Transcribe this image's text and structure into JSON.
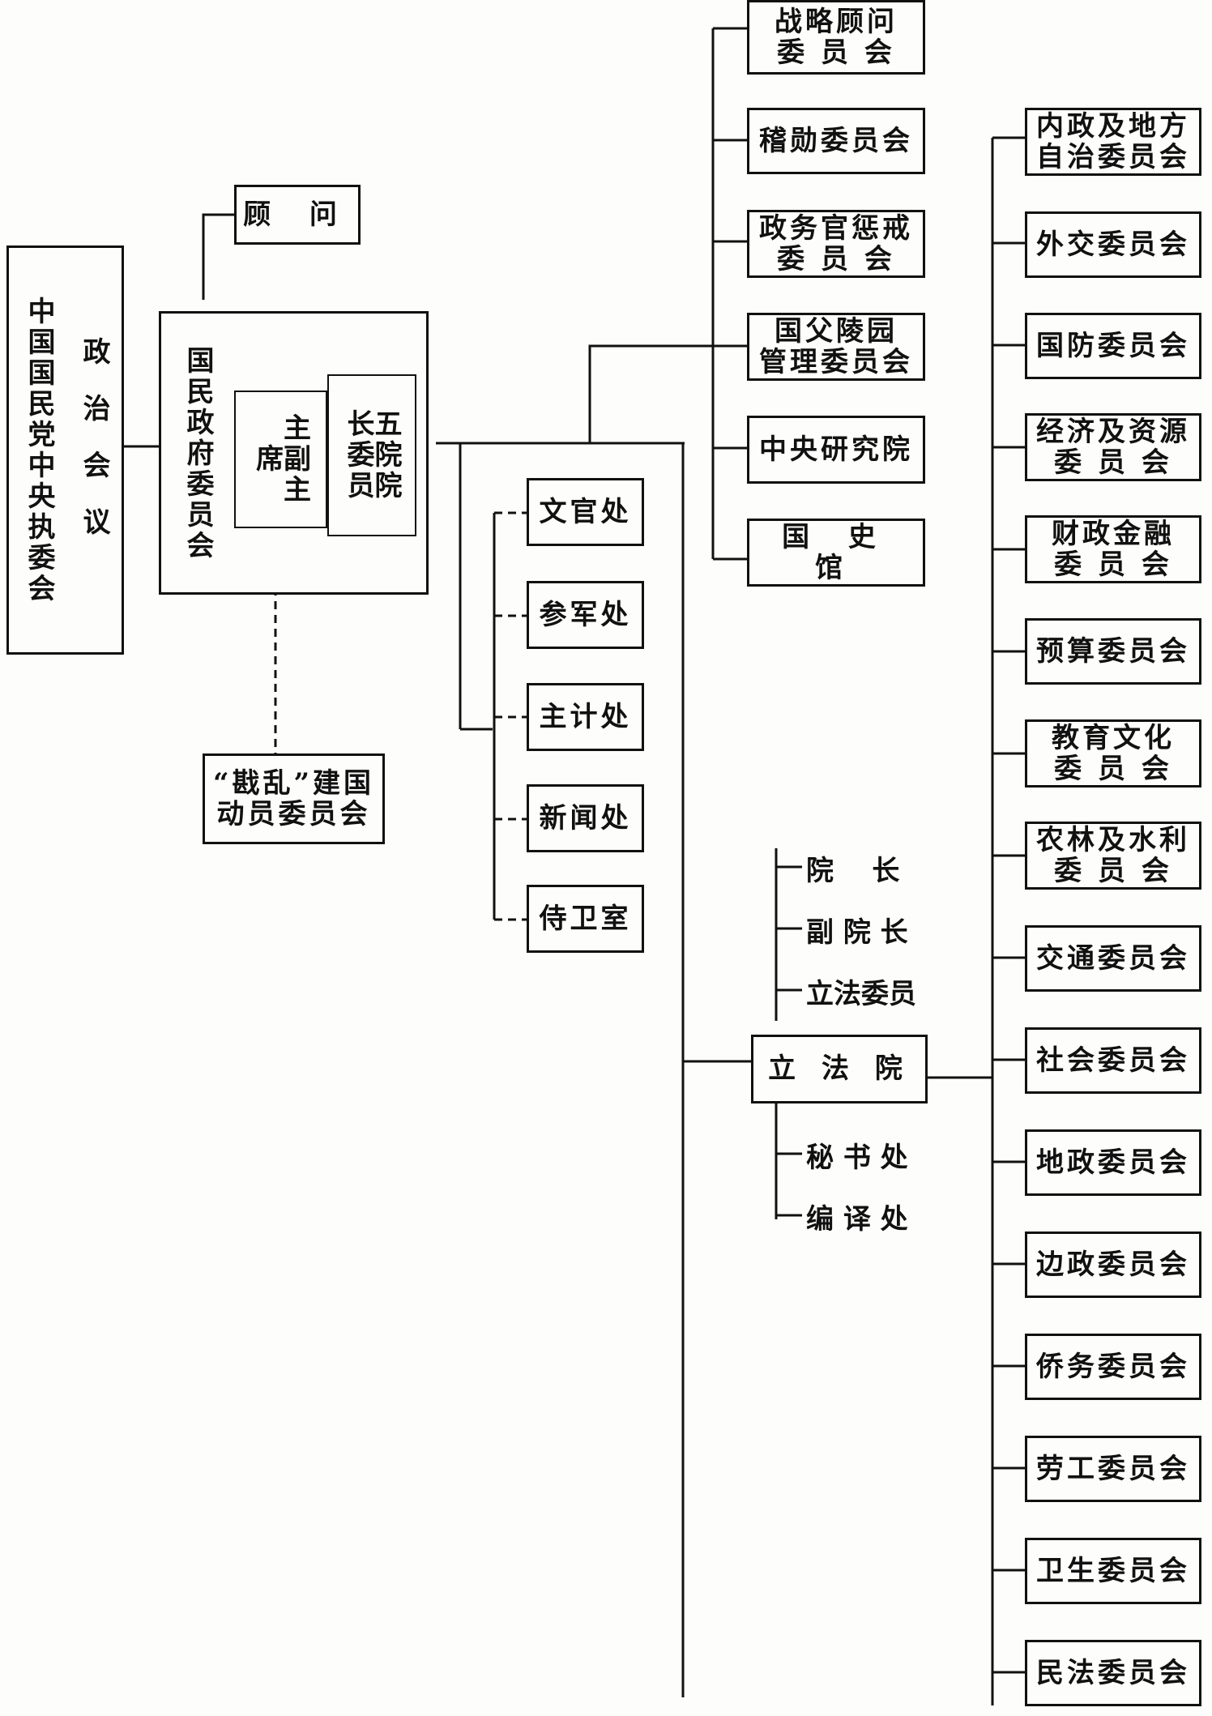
{
  "root": {
    "left": "中国国民党中央执委会",
    "right": "政治会议"
  },
  "advisor": "顾 问",
  "gov_committee": {
    "title": "国民政府委员会",
    "chair": "主副主席",
    "members": "五院院长委员"
  },
  "mobilization": {
    "line1": "“戡乱”建国",
    "line2": "动员委员会"
  },
  "top_orgs": [
    {
      "line1": "战略顾问",
      "line2": "委 员 会"
    },
    {
      "line1": "稽勋委员会",
      "line2": ""
    },
    {
      "line1": "政务官惩戒",
      "line2": "委 员 会"
    },
    {
      "line1": "国父陵园",
      "line2": "管理委员会"
    },
    {
      "line1": "中央研究院",
      "line2": ""
    },
    {
      "line1": "国 史 馆",
      "line2": ""
    }
  ],
  "offices": [
    "文官处",
    "参军处",
    "主计处",
    "新闻处",
    "侍卫室"
  ],
  "legislative": {
    "name": "立 法 院",
    "upper": [
      "院    长",
      "副 院 长",
      "立法委员"
    ],
    "lower": [
      "秘 书 处",
      "编 译 处"
    ]
  },
  "committees": [
    {
      "line1": "内政及地方",
      "line2": "自治委员会"
    },
    {
      "line1": "外交委员会",
      "line2": ""
    },
    {
      "line1": "国防委员会",
      "line2": ""
    },
    {
      "line1": "经济及资源",
      "line2": "委 员 会"
    },
    {
      "line1": "财政金融",
      "line2": "委 员 会"
    },
    {
      "line1": "预算委员会",
      "line2": ""
    },
    {
      "line1": "教育文化",
      "line2": "委 员 会"
    },
    {
      "line1": "农林及水利",
      "line2": "委 员 会"
    },
    {
      "line1": "交通委员会",
      "line2": ""
    },
    {
      "line1": "社会委员会",
      "line2": ""
    },
    {
      "line1": "地政委员会",
      "line2": ""
    },
    {
      "line1": "边政委员会",
      "line2": ""
    },
    {
      "line1": "侨务委员会",
      "line2": ""
    },
    {
      "line1": "劳工委员会",
      "line2": ""
    },
    {
      "line1": "卫生委员会",
      "line2": ""
    },
    {
      "line1": "民法委员会",
      "line2": ""
    }
  ]
}
